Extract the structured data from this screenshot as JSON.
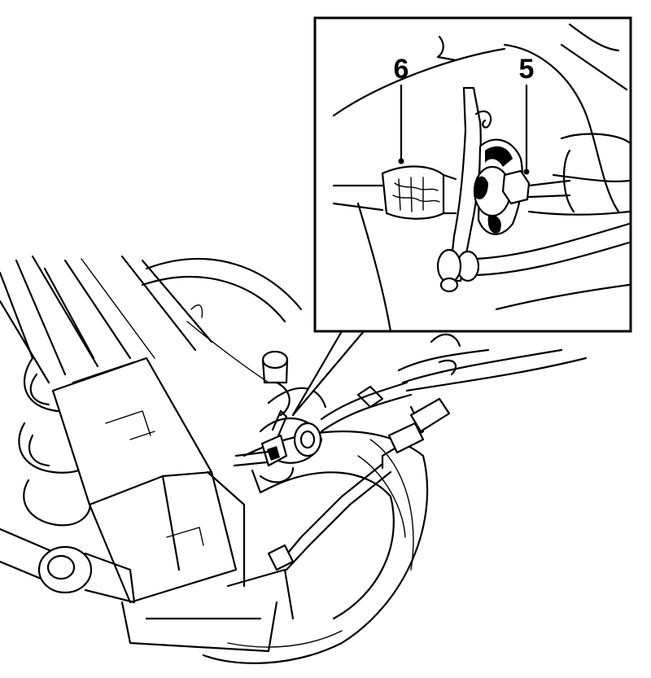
{
  "callouts": [
    {
      "id": "6",
      "text": "6"
    },
    {
      "id": "5",
      "text": "5"
    }
  ],
  "colors": {
    "line": "#000000",
    "background": "#ffffff"
  }
}
